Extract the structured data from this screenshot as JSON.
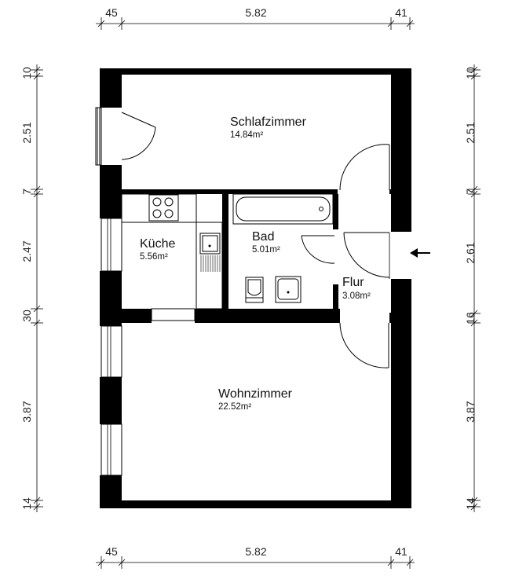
{
  "dimensions": {
    "top": [
      "45",
      "5.82",
      "41"
    ],
    "bottom": [
      "45",
      "5.82",
      "41"
    ],
    "left": [
      "10",
      "2.51",
      "7",
      "2.47",
      "30",
      "3.87",
      "14"
    ],
    "right": [
      "10",
      "2.51",
      "7",
      "2.61",
      "16",
      "3.87",
      "14"
    ]
  },
  "rooms": {
    "schlafzimmer": {
      "name": "Schlafzimmer",
      "area": "14.84m²"
    },
    "kueche": {
      "name": "Küche",
      "area": "5.56m²"
    },
    "bad": {
      "name": "Bad",
      "area": "5.01m²"
    },
    "flur": {
      "name": "Flur",
      "area": "3.08m²"
    },
    "wohnzimmer": {
      "name": "Wohnzimmer",
      "area": "22.52m²"
    }
  },
  "icons": {
    "entrance": "entrance-arrow-icon",
    "bathtub": "bathtub-icon",
    "sink": "sink-icon",
    "toilet": "toilet-icon",
    "stove": "stove-icon"
  }
}
